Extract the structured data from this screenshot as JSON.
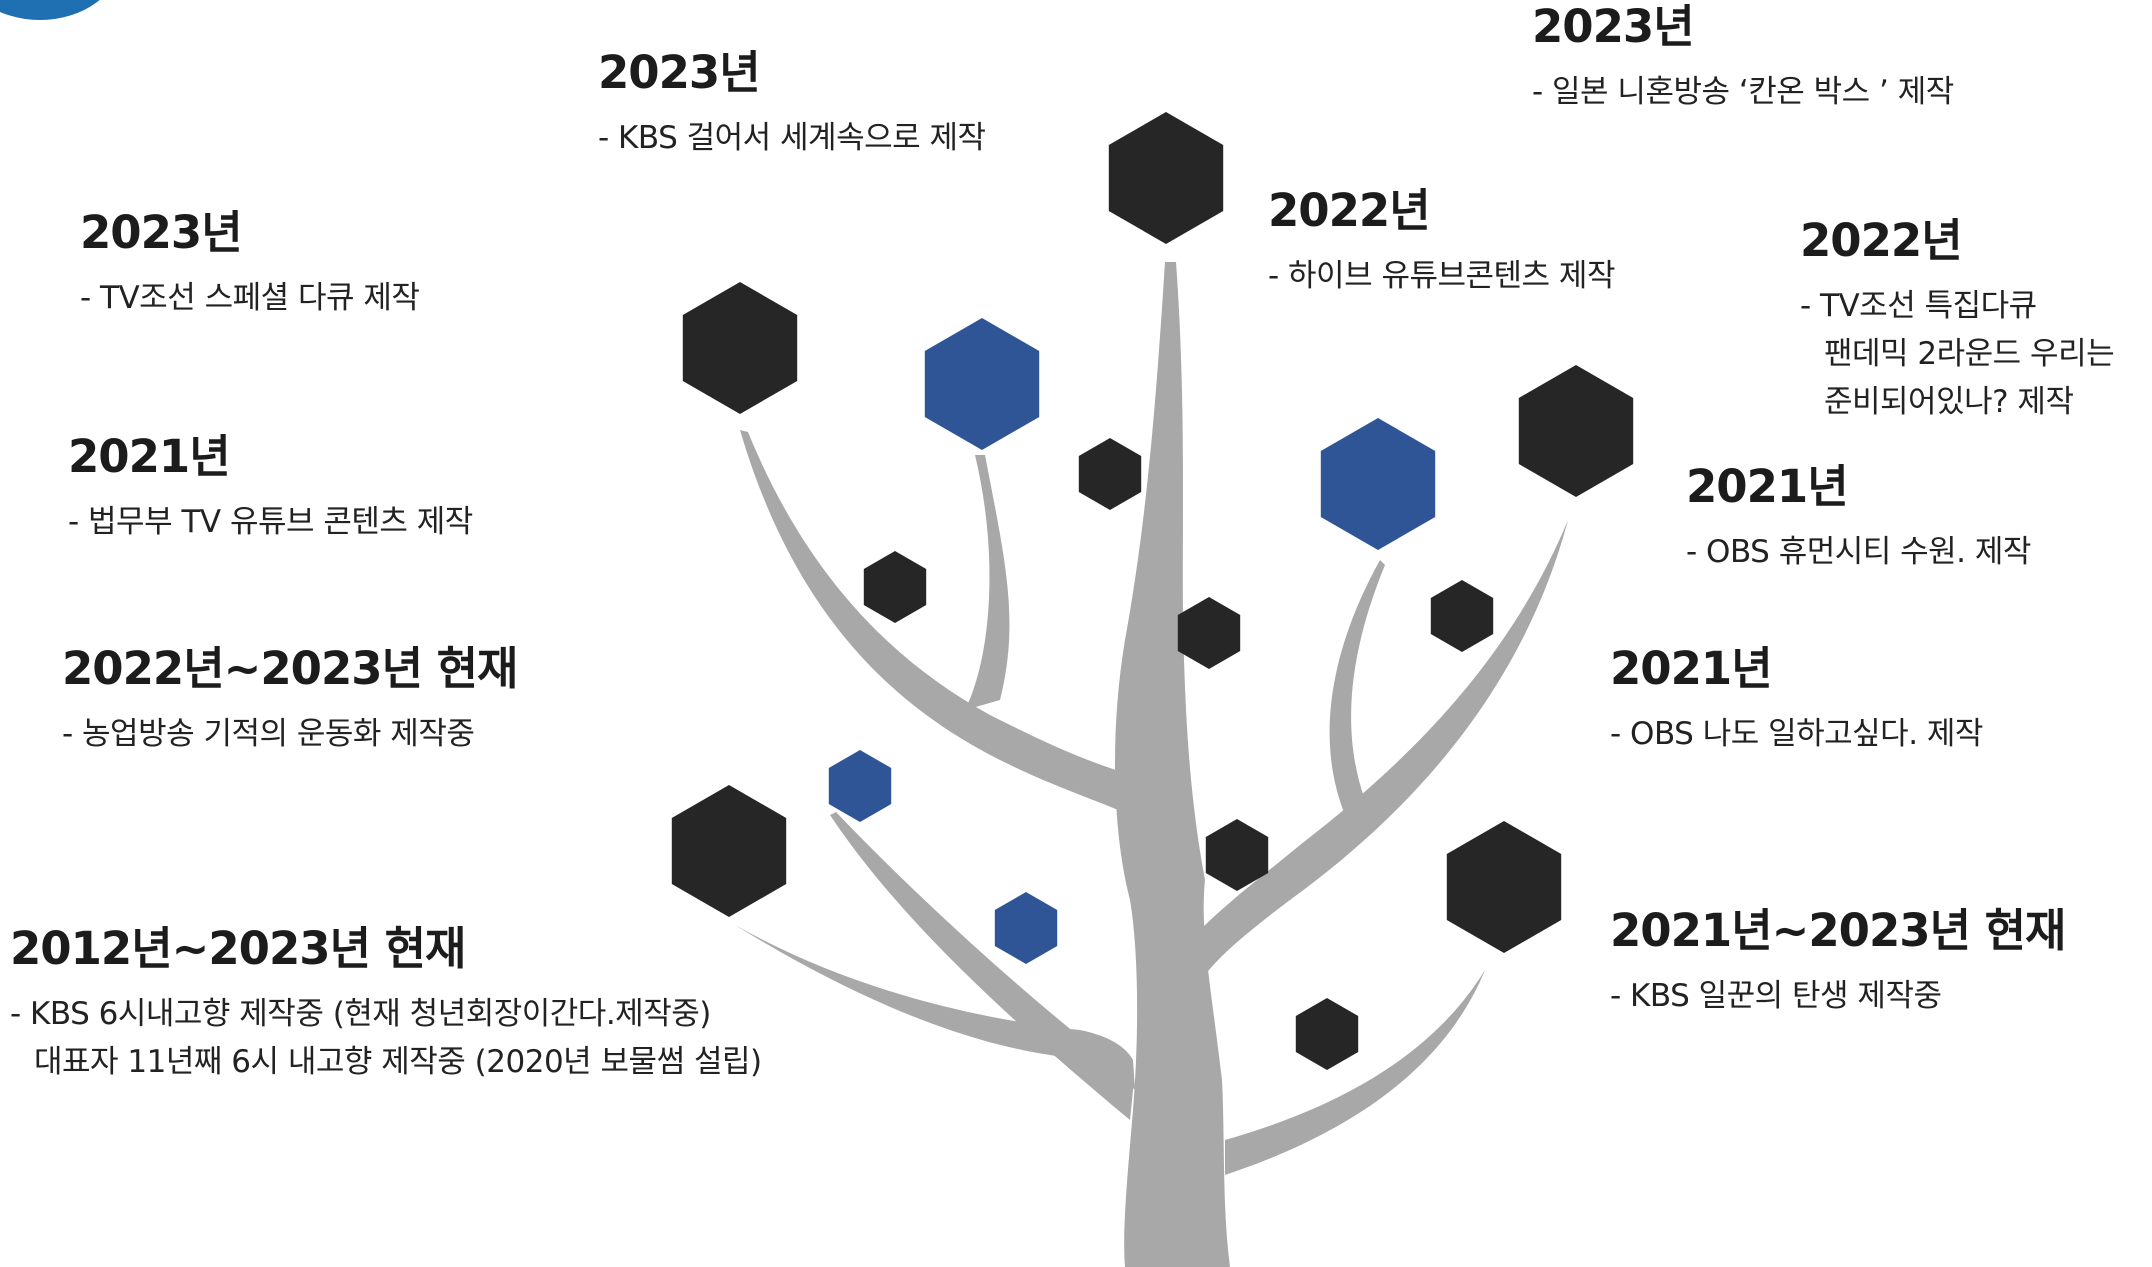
{
  "colors": {
    "trunk": "#a8a8a8",
    "hex_dark": "#262626",
    "hex_blue": "#2f5597",
    "logo": "#1f6fb3"
  },
  "entries": {
    "e1": {
      "year": "2023년",
      "lines": [
        "- KBS 걸어서 세계속으로  제작"
      ]
    },
    "e2": {
      "year": "2023년",
      "lines": [
        "- 일본 니혼방송 ‘칸온 박스 ’ 제작"
      ]
    },
    "e3": {
      "year": "2023년",
      "lines": [
        "- TV조선 스페셜 다큐 제작"
      ]
    },
    "e4": {
      "year": "2022년",
      "lines": [
        "- 하이브 유튜브콘텐츠  제작"
      ]
    },
    "e5": {
      "year": "2022년",
      "lines": [
        "- TV조선 특집다큐",
        "팬데믹 2라운드 우리는",
        "준비되어있나? 제작"
      ]
    },
    "e6": {
      "year": "2021년",
      "lines": [
        "- 법무부 TV 유튜브 콘텐츠  제작"
      ]
    },
    "e7": {
      "year": "2021년",
      "lines": [
        "- OBS 휴먼시티 수원. 제작"
      ]
    },
    "e8": {
      "year": "2022년~2023년 현재",
      "lines": [
        "- 농업방송 기적의 운동화  제작중"
      ]
    },
    "e9": {
      "year": "2021년",
      "lines": [
        "- OBS 나도 일하고싶다. 제작"
      ]
    },
    "e10": {
      "year": "2012년~2023년 현재",
      "lines": [
        "- KBS 6시내고향 제작중 (현재 청년회장이간다.제작중)",
        "대표자 11년째 6시 내고향 제작중 (2020년 보물썸 설립)"
      ]
    },
    "e11": {
      "year": "2021년~2023년 현재",
      "lines": [
        "- KBS 일꾼의 탄생 제작중"
      ]
    }
  }
}
